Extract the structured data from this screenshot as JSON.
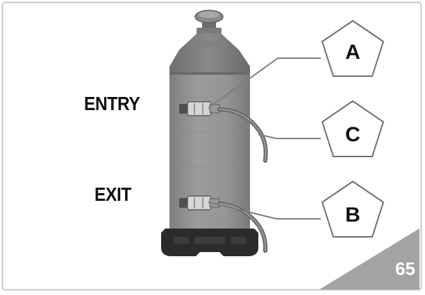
{
  "labels": {
    "entry": "ENTRY",
    "exit": "EXIT"
  },
  "callouts": [
    {
      "id": "a",
      "letter": "A"
    },
    {
      "id": "c",
      "letter": "C"
    },
    {
      "id": "b",
      "letter": "B"
    }
  ],
  "page_number": "65",
  "colors": {
    "frame_border": "#c8c8c8",
    "cartridge_body": "#8f8f8f",
    "cartridge_shoulder": "#7a7a7a",
    "cartridge_base": "#2e2e2e",
    "callout_stroke": "#6e6e6e",
    "leader_line": "#7d7d7d",
    "corner_tab": "#a3a3a3"
  }
}
